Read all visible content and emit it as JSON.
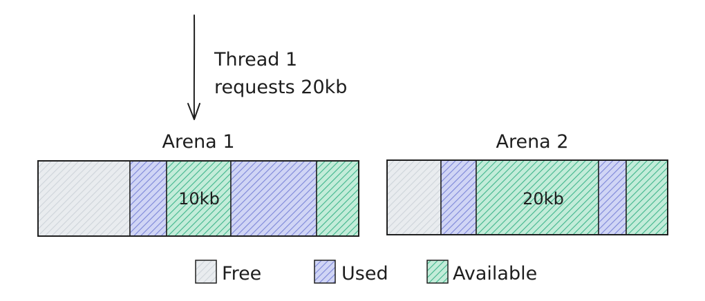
{
  "annotation": {
    "line1": "Thread 1",
    "line2": "requests 20kb"
  },
  "arenas": [
    {
      "title": "Arena 1",
      "segments": [
        {
          "kind": "free",
          "label": ""
        },
        {
          "kind": "used",
          "label": ""
        },
        {
          "kind": "available",
          "label": "10kb"
        },
        {
          "kind": "used",
          "label": ""
        },
        {
          "kind": "available",
          "label": ""
        }
      ]
    },
    {
      "title": "Arena 2",
      "segments": [
        {
          "kind": "free",
          "label": ""
        },
        {
          "kind": "used",
          "label": ""
        },
        {
          "kind": "available",
          "label": "20kb"
        },
        {
          "kind": "used",
          "label": ""
        },
        {
          "kind": "available",
          "label": ""
        }
      ]
    }
  ],
  "legend": [
    {
      "kind": "free",
      "label": "Free"
    },
    {
      "kind": "used",
      "label": "Used"
    },
    {
      "kind": "available",
      "label": "Available"
    }
  ],
  "colors": {
    "free_fill": "#e9ecef",
    "free_hatch": "#ced4da",
    "used_fill": "#d0d5f5",
    "used_hatch": "#7c86d8",
    "available_fill": "#c3ecd9",
    "available_hatch": "#3fb58c",
    "outline": "#1e1e1e"
  }
}
